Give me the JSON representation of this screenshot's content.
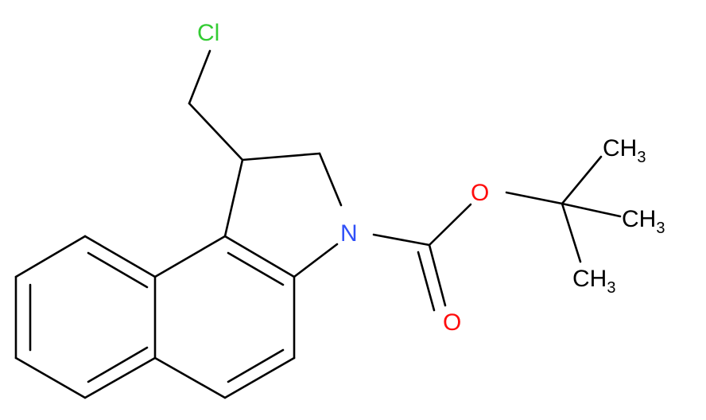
{
  "colors": {
    "background": "#ffffff",
    "bond": "#000000",
    "chlorine": "#33cc33",
    "oxygen": "#ff0d0d",
    "nitrogen": "#3050f8",
    "carbon_label": "#000000"
  },
  "atoms": {
    "cl": "Cl",
    "o_ester": "O",
    "o_carbonyl": "O",
    "n": "N",
    "ch3_top": {
      "main": "CH",
      "sub": "3"
    },
    "ch3_right": {
      "main": "CH",
      "sub": "3"
    },
    "ch3_bottom": {
      "main": "CH",
      "sub": "3"
    }
  }
}
